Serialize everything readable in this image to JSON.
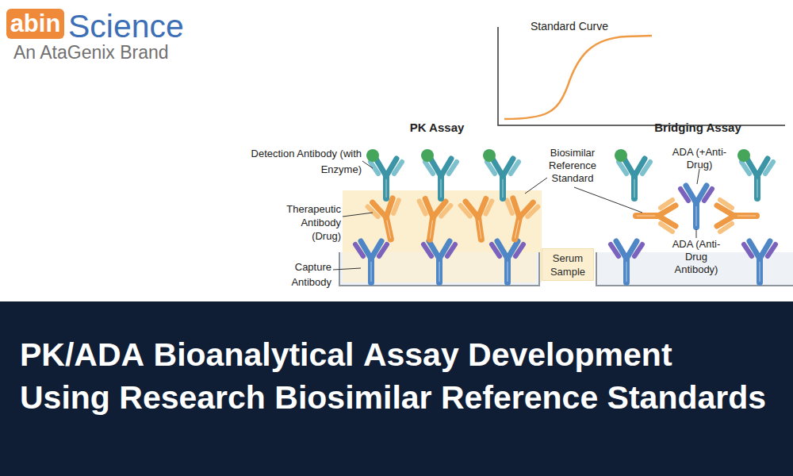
{
  "diagram": {
    "title": "PK/ADA Bioanalytical Assay Development Using Research Biosimilar Reference Standards",
    "nodes": [
      {
        "text": [
          "abin"
        ]
      },
      {
        "text": [
          "Serum Sample"
        ]
      }
    ],
    "labels": [
      "Science",
      "An AtaGenix Brand",
      "Standard Curve",
      "PK Assay",
      "Bridging Assay",
      "Detection Antibody (with Enzyme)",
      "Biosimilar Reference Standard",
      "ADA (+Anti-Drug)",
      "Therapeutic Antibody (Drug)",
      "ADA (Anti-Drug Antibody)",
      "Capture Antibody"
    ]
  }
}
